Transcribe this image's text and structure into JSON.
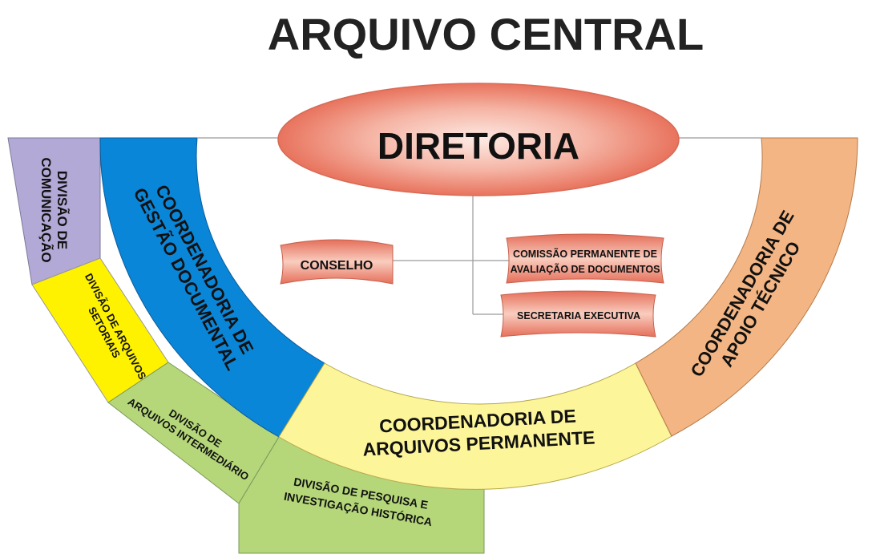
{
  "title": "ARQUIVO CENTRAL",
  "diretoria": "DIRETORIA",
  "conselho": "CONSELHO",
  "comissao": {
    "line1": "COMISSÃO PERMANENTE DE",
    "line2": "AVALIAÇÃO DE DOCUMENTOS"
  },
  "secretaria": "SECRETARIA EXECUTIVA",
  "coord_gestao": {
    "line1": "COORDENADORIA  DE",
    "line2": "GESTÃO DOCUMENTAL"
  },
  "coord_apoio": {
    "line1": "COORDENADORIA DE",
    "line2": "APOIO TÉCNICO"
  },
  "coord_permanente": {
    "line1": "COORDENADORIA  DE",
    "line2": "ARQUIVOS PERMANENTE"
  },
  "div_comunicacao": {
    "line1": "DIVISÃO DE",
    "line2": "COMUNICAÇÃO"
  },
  "div_setoriais": {
    "line1": "DIVISÃO DE ARQUIVOS",
    "line2": "SETORIAIS"
  },
  "div_intermediario": {
    "line1": "DIVISÃO DE",
    "line2": "ARQUIVOS INTERMEDIÁRIO"
  },
  "div_pesquisa": {
    "line1": "DIVISÃO  DE PESQUISA E",
    "line2": "INVESTIGAÇÃO HISTÓRICA"
  },
  "colors": {
    "purple": "#b3a9d6",
    "yellow": "#fff200",
    "green": "#b5d77a",
    "blue": "#0a86d8",
    "light_yellow": "#fdf59a",
    "orange": "#f3b583",
    "salmon": "#ee8b76",
    "salmon_light": "#f6c2b4"
  }
}
